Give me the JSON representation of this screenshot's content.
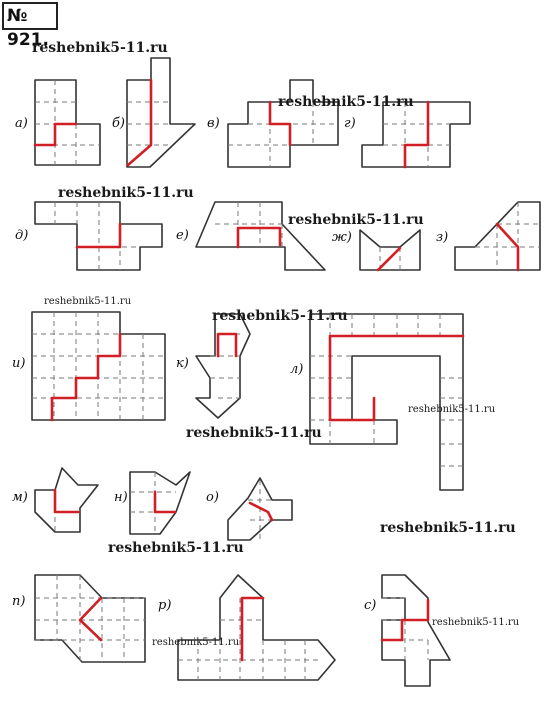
{
  "header": {
    "problem_number": "№ 921."
  },
  "labels": {
    "a": "а)",
    "b": "б)",
    "v": "в)",
    "g": "г)",
    "d": "д)",
    "e": "е)",
    "zh": "ж)",
    "z": "з)",
    "i": "и)",
    "k": "к)",
    "l": "л)",
    "m": "м)",
    "n": "н)",
    "o": "о)",
    "p": "п)",
    "r": "р)",
    "s": "с)"
  },
  "watermarks": [
    "reshebnik5-11.ru",
    "reshebnik5-11.ru",
    "reshebnik5-11.ru",
    "reshebnik5-11.ru",
    "reshebnik5-11.ru",
    "reshebnik5-11.ru",
    "reshebnik5-11.ru",
    "reshebnik5-11.ru",
    "reshebnik5-11.ru",
    "reshebnik5-11.ru",
    "reshebnik5-11.ru",
    "reshebnik5-11.ru"
  ],
  "colors": {
    "outline": "#333333",
    "grid": "#7a7a7a",
    "cut": "#d21f26"
  }
}
